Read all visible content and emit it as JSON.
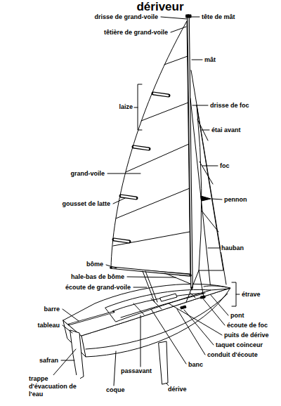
{
  "diagram": {
    "title": "dériveur",
    "labels": [
      "drisse de grand-voile",
      "tête de mât",
      "têtière de grand-voile",
      "mât",
      "laize",
      "drisse de foc",
      "étai avant",
      "grand-voile",
      "foc",
      "gousset de latte",
      "pennon",
      "hauban",
      "bôme",
      "hale-bas de bôme",
      "écoute de grand-voile",
      "étrave",
      "barre",
      "pont",
      "tableau",
      "écoute de foc",
      "puits de dérive",
      "taquet coinceur",
      "safran",
      "conduit d'écoute",
      "banc",
      "passavant",
      "trappe d'évacuation de l'eau",
      "coque",
      "dérive"
    ]
  }
}
